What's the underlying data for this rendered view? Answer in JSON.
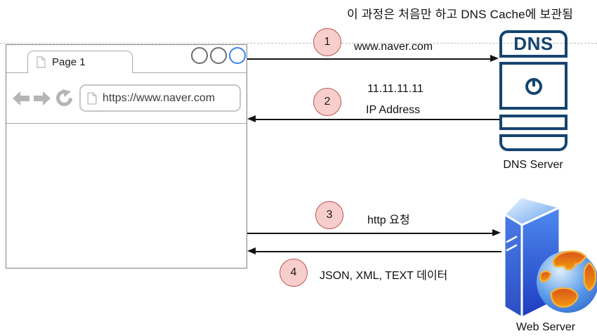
{
  "title": "이 과정은 처음만 하고 DNS Cache에 보관됨",
  "browser": {
    "tab_label": "Page 1",
    "url": "https://www.naver.com"
  },
  "steps": [
    {
      "number": "1",
      "label": "www.naver.com"
    },
    {
      "number": "2",
      "label_line1": "11.11.11.11",
      "label_line2": "IP Address"
    },
    {
      "number": "3",
      "label": "http 요청"
    },
    {
      "number": "4",
      "label": "JSON, XML, TEXT 데이터"
    }
  ],
  "dns_server": {
    "unit_label": "DNS",
    "caption": "DNS Server"
  },
  "web_server": {
    "caption": "Web Server"
  },
  "colors": {
    "step_circle_fill": "#f8cecc",
    "step_circle_stroke": "#b85450",
    "dns_navy": "#15446F",
    "browser_highlight_circle": "#3b82f6",
    "dashed_line": "#bdbdbd"
  }
}
